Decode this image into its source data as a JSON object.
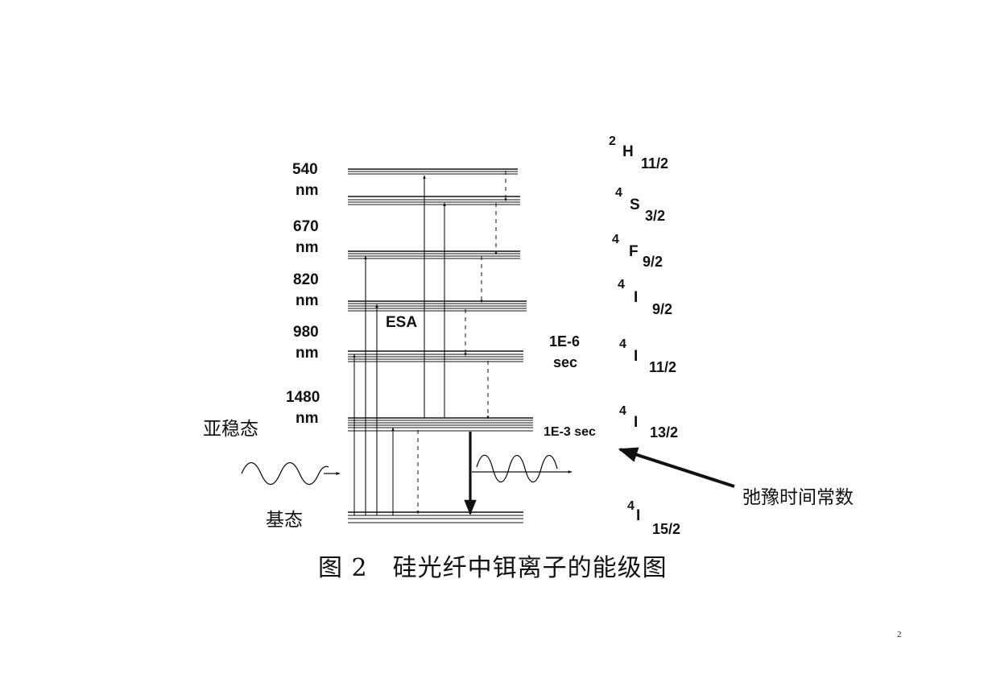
{
  "diagram": {
    "wavelengths": [
      {
        "value": "540",
        "unit": "nm"
      },
      {
        "value": "670",
        "unit": "nm"
      },
      {
        "value": "820",
        "unit": "nm"
      },
      {
        "value": "980",
        "unit": "nm"
      },
      {
        "value": "1480",
        "unit": "nm"
      }
    ],
    "levels": [
      {
        "sup": "2",
        "letter": "H",
        "sub": "11/2"
      },
      {
        "sup": "4",
        "letter": "S",
        "sub": "3/2"
      },
      {
        "sup": "4",
        "letter": "F",
        "sub": "9/2"
      },
      {
        "sup": "4",
        "letter": "I",
        "sub": "9/2"
      },
      {
        "sup": "4",
        "letter": "I",
        "sub": "11/2"
      },
      {
        "sup": "4",
        "letter": "I",
        "sub": "13/2"
      },
      {
        "sup": "4",
        "letter": "I",
        "sub": "15/2"
      }
    ],
    "esa_label": "ESA",
    "lifetime_short": [
      "1E-6",
      "sec"
    ],
    "lifetime_long": "1E-3 sec",
    "metastable_label": "亚稳态",
    "ground_label": "基态",
    "relaxation_label": "弛豫时间常数",
    "caption": "图 2　硅光纤中铒离子的能级图",
    "page_number": "2"
  },
  "colors": {
    "ink": "#111111",
    "background": "#ffffff"
  }
}
